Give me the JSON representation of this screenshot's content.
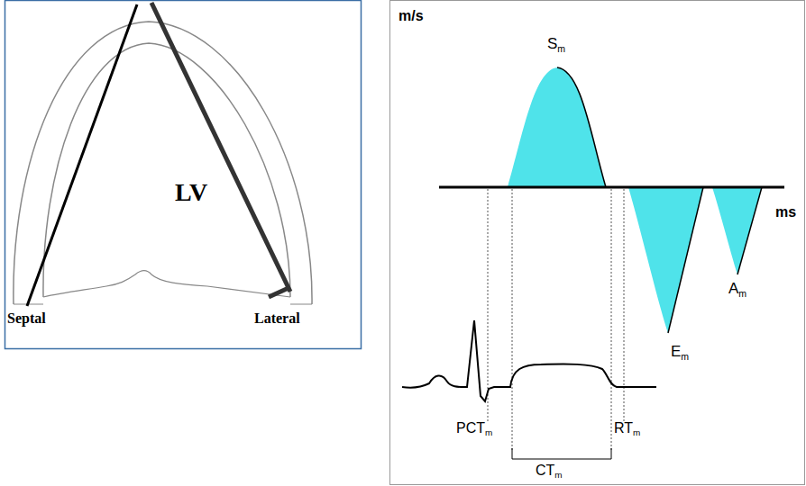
{
  "diagram": {
    "labels": [
      "LV",
      "Septal",
      "Lateral",
      "m/s",
      "Sm",
      "ms",
      "Em",
      "Am",
      "PCTm",
      "RTm",
      "CTm"
    ]
  }
}
